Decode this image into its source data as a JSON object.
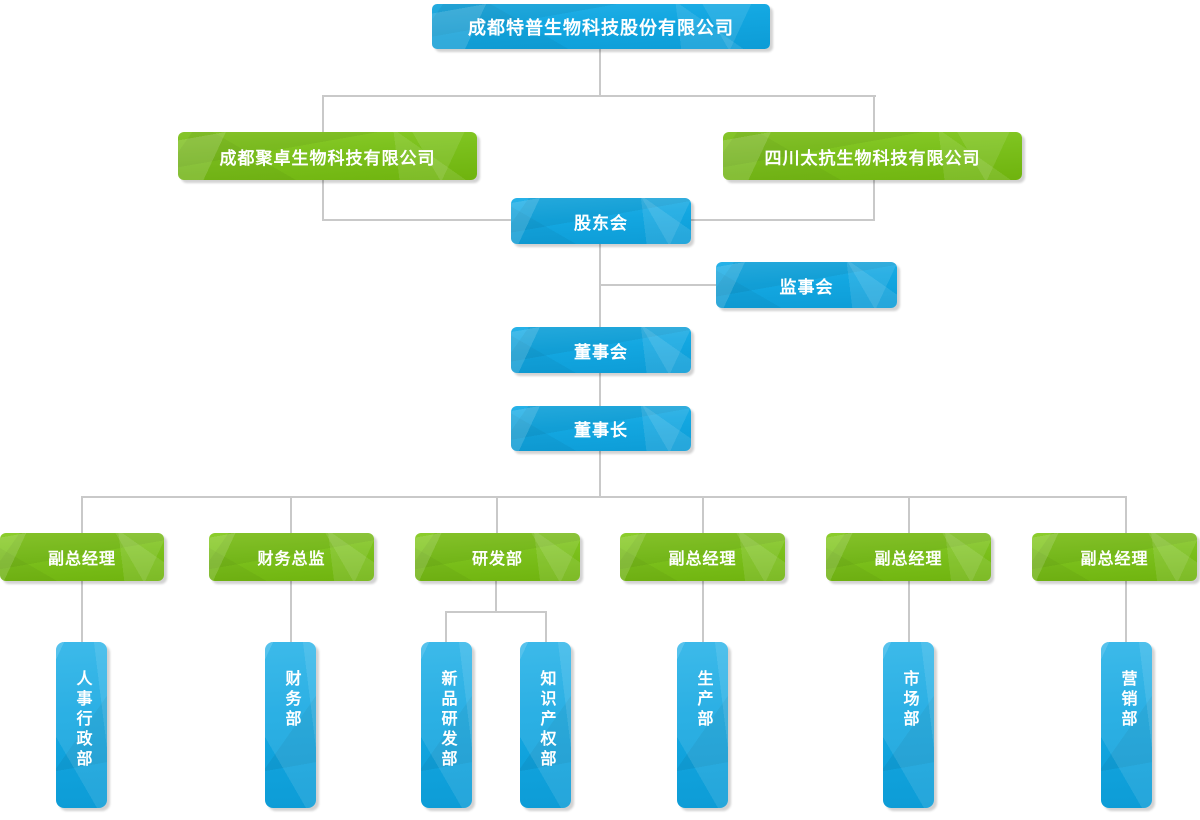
{
  "org": {
    "company": {
      "label": "成都特普生物科技股份有限公司"
    },
    "subsidiaries": [
      {
        "label": "成都聚卓生物科技有限公司"
      },
      {
        "label": "四川太抗生物科技有限公司"
      }
    ],
    "governance": {
      "shareholders": {
        "label": "股东会"
      },
      "supervisors": {
        "label": "监事会"
      },
      "board": {
        "label": "董事会"
      },
      "chairman": {
        "label": "董事长"
      }
    },
    "management": [
      {
        "label": "副总经理"
      },
      {
        "label": "财务总监"
      },
      {
        "label": "研发部"
      },
      {
        "label": "副总经理"
      },
      {
        "label": "副总经理"
      },
      {
        "label": "副总经理"
      }
    ],
    "departments": [
      {
        "label": "人事行政部"
      },
      {
        "label": "财务部"
      },
      {
        "label": "新品研发部"
      },
      {
        "label": "知识产权部"
      },
      {
        "label": "生产部"
      },
      {
        "label": "市场部"
      },
      {
        "label": "营销部"
      }
    ],
    "colors": {
      "blue": "#13a7e1",
      "green": "#7cc11d",
      "line": "#c9c9c9"
    }
  }
}
